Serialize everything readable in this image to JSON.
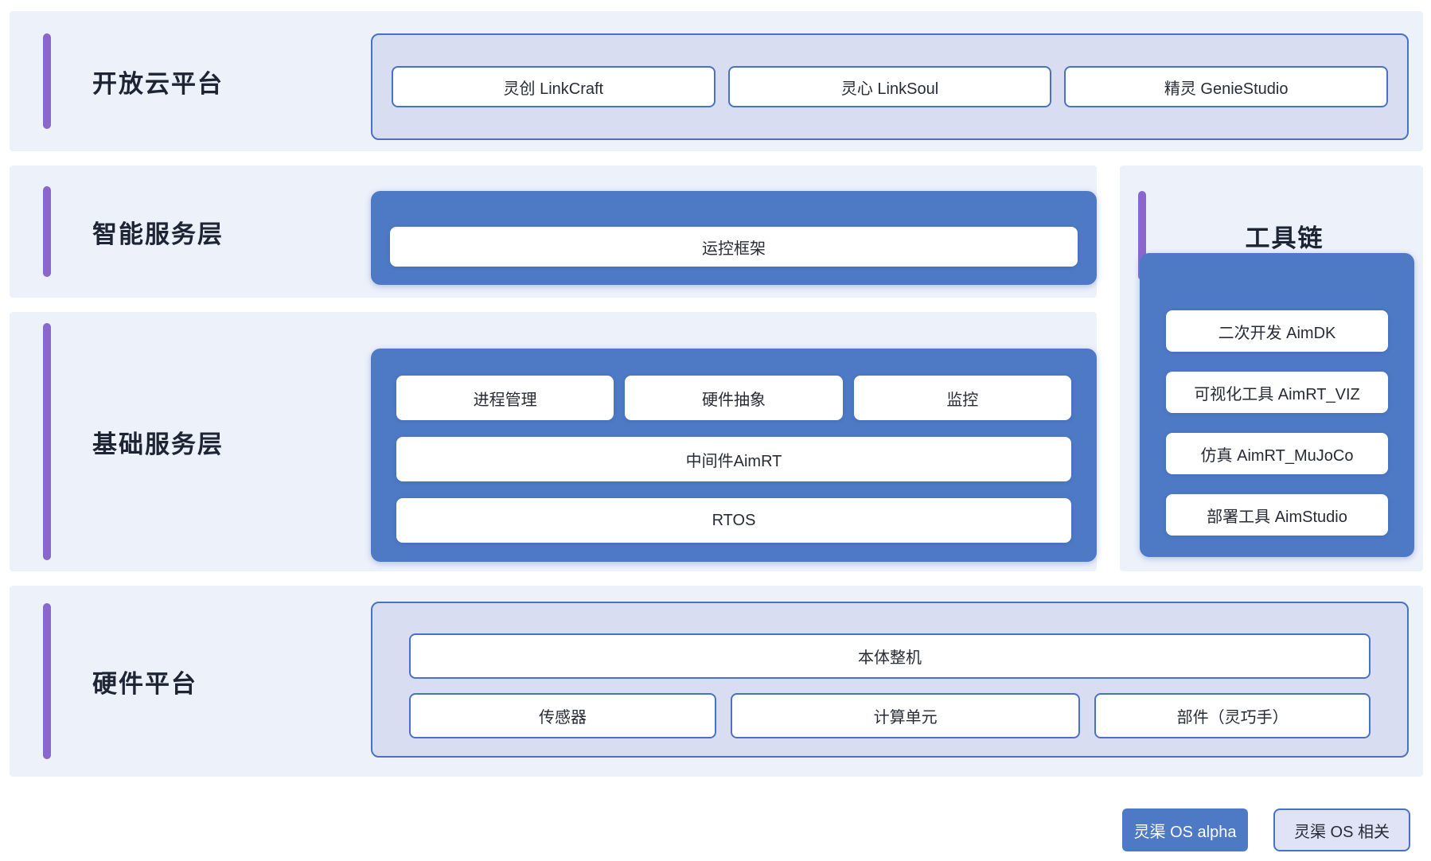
{
  "colors": {
    "page_bg": "#ffffff",
    "panel_bg": "#edf1fa",
    "lavender_bg": "#d8ddf1",
    "blue": "#4d79c5",
    "border_blue": "#4a72c4",
    "purple": "#8b66cc",
    "title_text": "#1d2433",
    "body_text": "#272b35",
    "legend_light_bg": "#dfe3f5"
  },
  "layers": [
    {
      "title": "开放云平台",
      "items": [
        "灵创 LinkCraft",
        "灵心 LinkSoul",
        "精灵 GenieStudio"
      ]
    },
    {
      "title": "智能服务层",
      "items": [
        "运控框架"
      ]
    },
    {
      "title": "基础服务层",
      "grid": {
        "row1": [
          "进程管理",
          "硬件抽象",
          "监控"
        ],
        "row2": [
          "中间件AimRT"
        ],
        "row3": [
          "RTOS"
        ]
      }
    },
    {
      "title": "硬件平台",
      "grid": {
        "row1": [
          "本体整机"
        ],
        "row2": [
          "传感器",
          "计算单元",
          "部件（灵巧手）"
        ]
      }
    }
  ],
  "toolchain": {
    "title": "工具链",
    "items": [
      "二次开发 AimDK",
      "可视化工具 AimRT_VIZ",
      "仿真 AimRT_MuJoCo",
      "部署工具 AimStudio"
    ]
  },
  "legend": {
    "alpha_label": "灵渠 OS alpha",
    "related_label": "灵渠 OS 相关"
  }
}
